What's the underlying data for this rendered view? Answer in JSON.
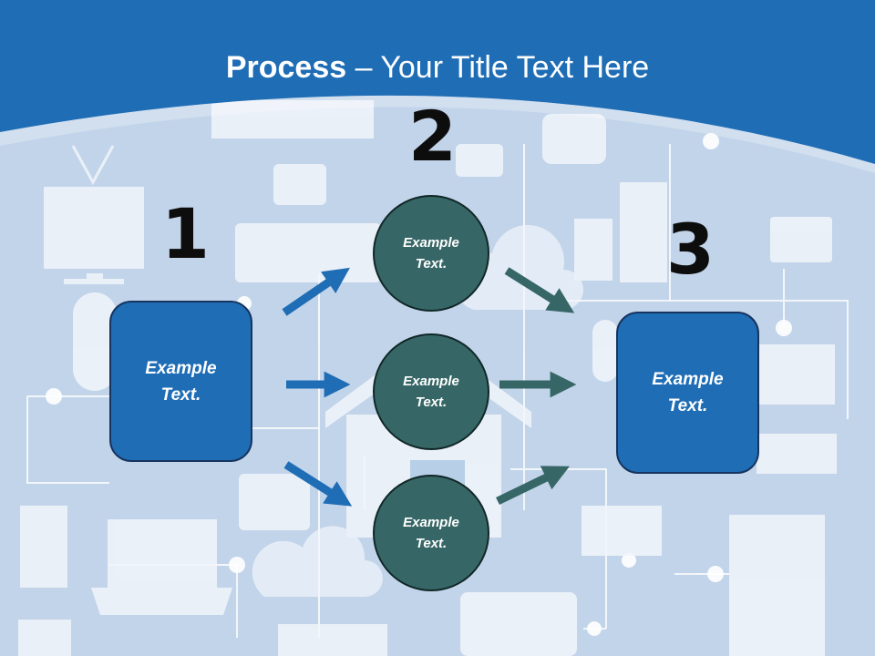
{
  "title": {
    "bold": "Process",
    "rest": " – Your Title Text Here"
  },
  "steps": {
    "one": {
      "number": "1",
      "text": "Example\nText."
    },
    "two": {
      "number": "2"
    },
    "three": {
      "number": "3",
      "text": "Example\nText."
    }
  },
  "circles": [
    {
      "text": "Example\nText."
    },
    {
      "text": "Example\nText."
    },
    {
      "text": "Example\nText."
    }
  ],
  "colors": {
    "header": "#1f6db5",
    "background": "#c2d4ea",
    "box_fill": "#1f6db5",
    "circle_fill": "#376666",
    "blue_arrow": "#1f6db5",
    "teal_arrow": "#376666"
  }
}
